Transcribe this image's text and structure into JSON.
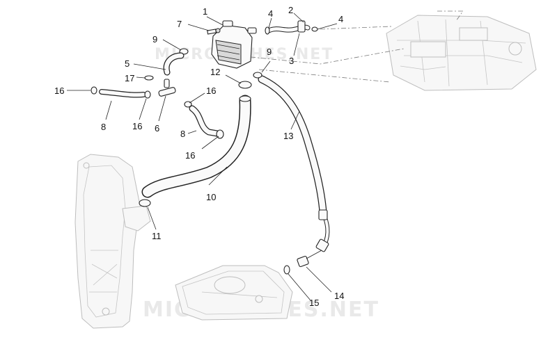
{
  "watermarks": [
    "MICROFICHES.NET",
    "MICROFICHES.NET"
  ],
  "callouts": [
    {
      "id": "c1",
      "label": "1"
    },
    {
      "id": "c2",
      "label": "2"
    },
    {
      "id": "c3",
      "label": "3"
    },
    {
      "id": "c4a",
      "label": "4"
    },
    {
      "id": "c4b",
      "label": "4"
    },
    {
      "id": "c5",
      "label": "5"
    },
    {
      "id": "c6",
      "label": "6"
    },
    {
      "id": "c7",
      "label": "7"
    },
    {
      "id": "c8a",
      "label": "8"
    },
    {
      "id": "c8b",
      "label": "8"
    },
    {
      "id": "c9a",
      "label": "9"
    },
    {
      "id": "c9b",
      "label": "9"
    },
    {
      "id": "c10",
      "label": "10"
    },
    {
      "id": "c11",
      "label": "11"
    },
    {
      "id": "c12",
      "label": "12"
    },
    {
      "id": "c13",
      "label": "13"
    },
    {
      "id": "c14",
      "label": "14"
    },
    {
      "id": "c15",
      "label": "15"
    },
    {
      "id": "c16a",
      "label": "16"
    },
    {
      "id": "c16b",
      "label": "16"
    },
    {
      "id": "c16c",
      "label": "16"
    },
    {
      "id": "c16d",
      "label": "16"
    },
    {
      "id": "c17",
      "label": "17"
    }
  ]
}
